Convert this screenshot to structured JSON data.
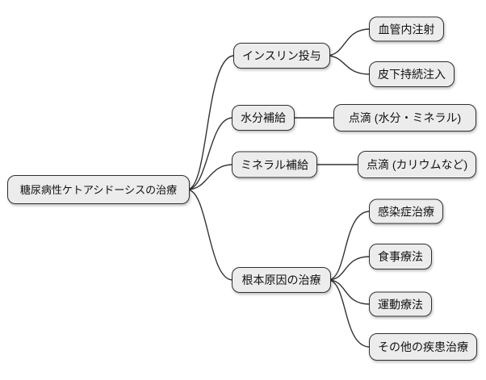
{
  "diagram": {
    "type": "mindmap",
    "title": "糖尿病性ケトアシドーシスの治療",
    "nodes": {
      "root": {
        "label": "糖尿病性ケトアシドーシスの治療",
        "level": 0
      },
      "insulin": {
        "label": "インスリン投与",
        "level": 1
      },
      "iv_injection": {
        "label": "血管内注射",
        "level": 2
      },
      "subcutaneous": {
        "label": "皮下持続注入",
        "level": 2
      },
      "hydration": {
        "label": "水分補給",
        "level": 1
      },
      "drip_water": {
        "label": "点滴 (水分・ミネラル)",
        "level": 2
      },
      "mineral": {
        "label": "ミネラル補給",
        "level": 1
      },
      "drip_potassium": {
        "label": "点滴 (カリウムなど)",
        "level": 2
      },
      "root_cause": {
        "label": "根本原因の治療",
        "level": 1
      },
      "infection": {
        "label": "感染症治療",
        "level": 2
      },
      "diet": {
        "label": "食事療法",
        "level": 2
      },
      "exercise": {
        "label": "運動療法",
        "level": 2
      },
      "other_disease": {
        "label": "その他の疾患治療",
        "level": 2
      }
    },
    "edges": [
      {
        "from": "root",
        "to": "insulin"
      },
      {
        "from": "root",
        "to": "hydration"
      },
      {
        "from": "root",
        "to": "mineral"
      },
      {
        "from": "root",
        "to": "root_cause"
      },
      {
        "from": "insulin",
        "to": "iv_injection"
      },
      {
        "from": "insulin",
        "to": "subcutaneous"
      },
      {
        "from": "hydration",
        "to": "drip_water"
      },
      {
        "from": "mineral",
        "to": "drip_potassium"
      },
      {
        "from": "root_cause",
        "to": "infection"
      },
      {
        "from": "root_cause",
        "to": "diet"
      },
      {
        "from": "root_cause",
        "to": "exercise"
      },
      {
        "from": "root_cause",
        "to": "other_disease"
      }
    ],
    "colors": {
      "background": "#ffffff",
      "node_fill": "#ececec",
      "node_border": "#2f2f2f",
      "edge": "#333333",
      "text": "#111111"
    }
  }
}
